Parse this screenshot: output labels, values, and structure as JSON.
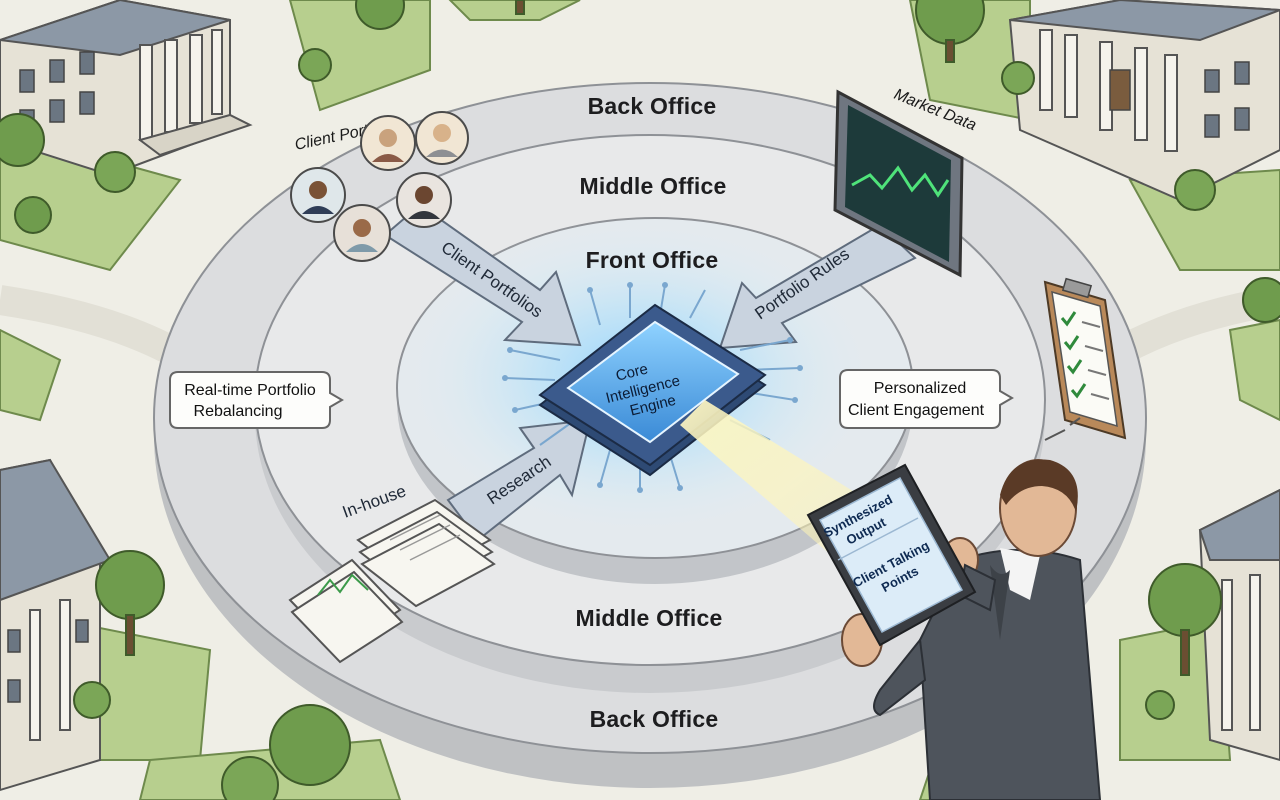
{
  "diagram": {
    "rings": {
      "outer_top": "Back Office",
      "middle_top": "Middle Office",
      "inner_top": "Front Office",
      "middle_bottom": "Middle Office",
      "outer_bottom": "Back Office"
    },
    "core": {
      "line1": "Core",
      "line2": "Intelligence",
      "line3": "Engine"
    },
    "inputs": {
      "client_portfolios_title": "Client Portfolios",
      "client_portfolios_arrow": "Client Portfolios",
      "market_data_title": "Market Data",
      "portfolio_rules_arrow": "Portfolio Rules",
      "in_house": "In-house",
      "research_arrow": "Research"
    },
    "callouts": {
      "rebalancing_line1": "Real-time Portfolio",
      "rebalancing_line2": "Rebalancing",
      "engagement_line1": "Personalized",
      "engagement_line2": "Client Engagement"
    },
    "tablet": {
      "output_line1": "Synthesized",
      "output_line2": "Output",
      "points_line1": "Client Talking",
      "points_line2": "Points"
    },
    "colors": {
      "ring_fill": "#d9dadb",
      "ring_band": "#eceded",
      "core_glow": "#bfe3f7",
      "chip": "#3b5a8c",
      "lawn": "#b7cf8e",
      "suit": "#4e545c"
    }
  }
}
